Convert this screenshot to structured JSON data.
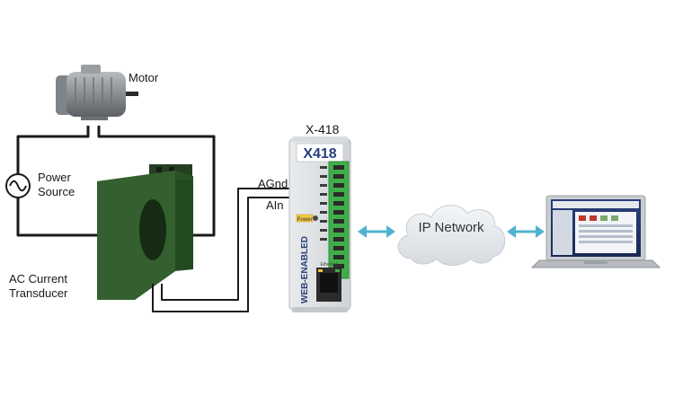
{
  "labels": {
    "motor": "Motor",
    "power_source": "Power\nSource",
    "ac_current_transducer": "AC Current\nTransducer",
    "device": "X-418",
    "agnd": "AGnd",
    "ain": "AIn",
    "ip_network": "IP Network"
  },
  "device_face": {
    "logo": "X418",
    "brand": "WEB-ENABLED",
    "power_label": "Power",
    "ethernet_label": "Ethernet"
  },
  "icons": {
    "ac_source": "sine-wave-icon",
    "arrows": "bidirectional-arrow-icon"
  },
  "colors": {
    "wire": "#1a1a1a",
    "transducer": "#2f5a2a",
    "terminal_block": "#3fae49",
    "arrow": "#4fb3cf",
    "cloud": "#e8ebef"
  }
}
